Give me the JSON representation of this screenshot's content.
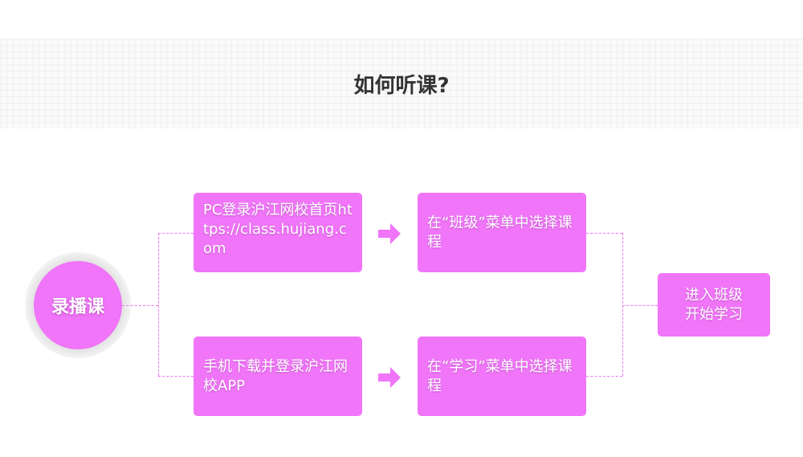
{
  "title": "如何听课?",
  "center_node": "录播课",
  "steps": {
    "pc_login": "PC登录沪江网校首页https://class.hujiang.com",
    "app_login": "手机下载并登录沪江网校APP",
    "pc_select": "在“班级”菜单中选择课程",
    "app_select": "在“学习”菜单中选择课程",
    "final": "进入班级开始学习"
  },
  "colors": {
    "accent": "#f075f8"
  }
}
